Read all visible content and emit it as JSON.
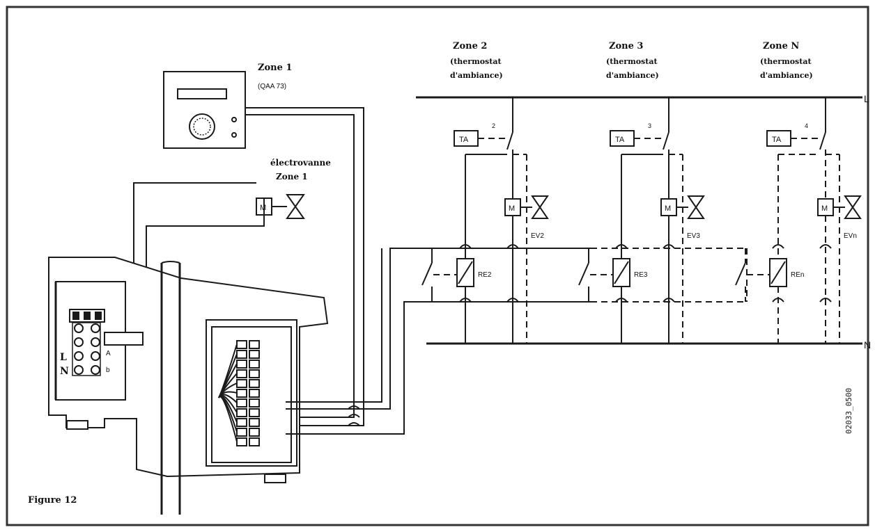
{
  "figure_label": "Figure 12",
  "reference_code": "02033_0500",
  "zone1": {
    "title": "Zone 1",
    "model": "(QAA 73)"
  },
  "electrovanne": {
    "line1": "électrovanne",
    "line2": "Zone 1",
    "motor": "M"
  },
  "zones": [
    {
      "title": "Zone 2",
      "line2": "(thermostat",
      "line3": "d'ambiance)",
      "ta": "TA",
      "switch_no": "2",
      "motor": "M",
      "valve": "EV2",
      "relay": "RE2"
    },
    {
      "title": "Zone 3",
      "line2": "(thermostat",
      "line3": "d'ambiance)",
      "ta": "TA",
      "switch_no": "3",
      "motor": "M",
      "valve": "EV3",
      "relay": "RE3"
    },
    {
      "title": "Zone N",
      "line2": "(thermostat",
      "line3": "d'ambiance)",
      "ta": "TA",
      "switch_no": "4",
      "motor": "M",
      "valve": "EVn",
      "relay": "REn"
    }
  ],
  "bus_labels": {
    "line": "L",
    "neutral": "N"
  },
  "terminal_labels": {
    "line": "L",
    "neutral": "N",
    "a": "A",
    "b": "b"
  },
  "colors": {
    "ink": "#1a1a1a",
    "background": "#ffffff"
  }
}
